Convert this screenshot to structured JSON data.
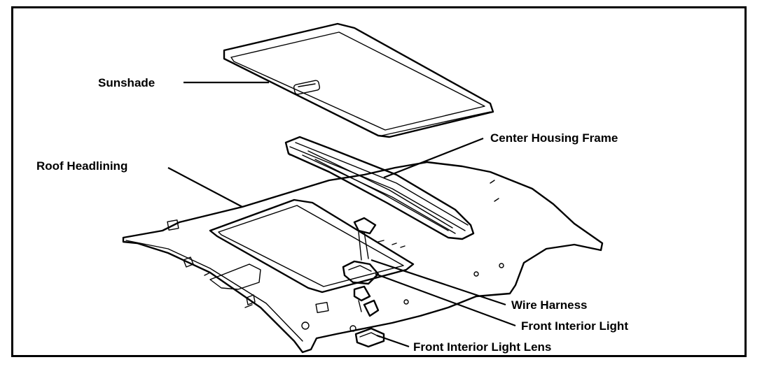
{
  "labels": {
    "sunshade": "Sunshade",
    "center_housing_frame": "Center Housing Frame",
    "roof_headlining": "Roof Headlining",
    "wire_harness": "Wire Harness",
    "front_interior_light": "Front Interior Light",
    "front_interior_light_lens": "Front Interior Light Lens"
  }
}
